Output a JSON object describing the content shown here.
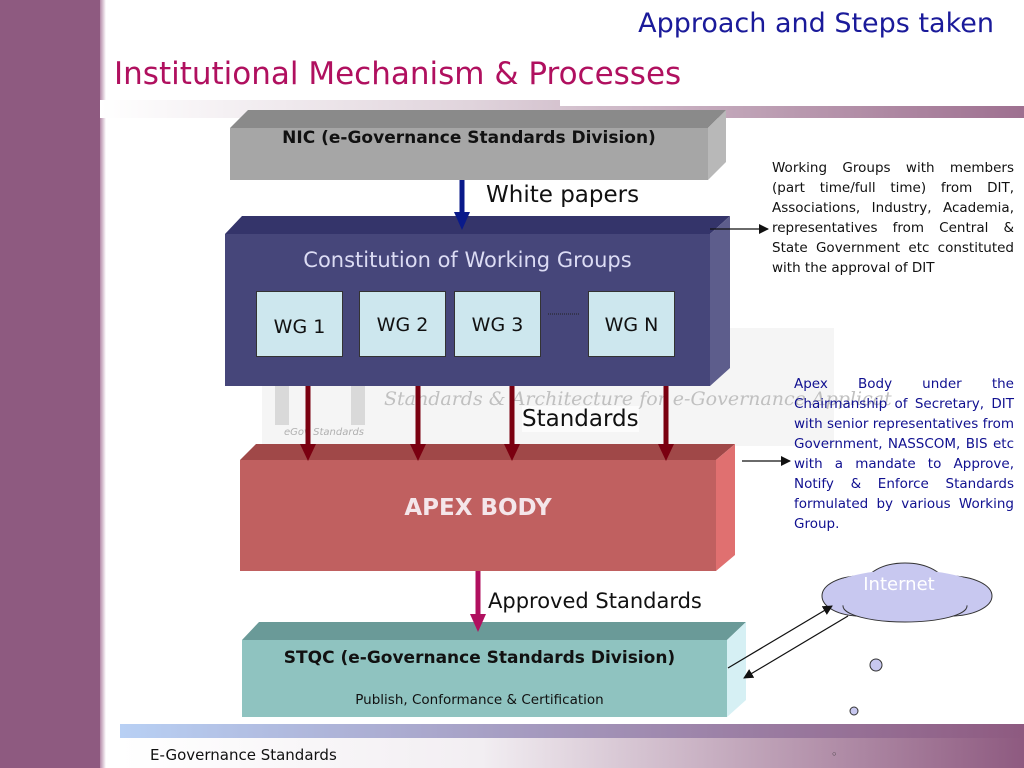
{
  "header": {
    "subtitle": "Approach and Steps taken",
    "title": "Institutional Mechanism & Processes"
  },
  "watermark": {
    "brand_fragment": "rds",
    "tagline": "Standards & Architecture for e-Governance Applicat",
    "logo_caption": "eGov Standards"
  },
  "diagram": {
    "nic_box": "NIC (e-Governance Standards Division)",
    "white_papers_label": "White papers",
    "working_groups_title": "Constitution  of Working Groups",
    "working_groups": [
      "WG 1",
      "WG 2",
      "WG 3",
      "WG N"
    ],
    "standards_label": "Standards",
    "apex_box": "APEX BODY",
    "approved_label": "Approved Standards",
    "stqc_box": "STQC (e-Governance Standards Division)",
    "stqc_sub": "Publish, Conformance & Certification",
    "internet_cloud": "Internet",
    "wg_note": "Working Groups with members (part time/full time) from DIT, Associations, Industry, Academia, representatives from Central & State Government etc constituted with the approval of DIT",
    "apex_note": "Apex Body under the Chairmanship of Secretary, DIT with senior representatives from Government, NASSCOM, BIS etc with a mandate to Approve, Notify & Enforce Standards formulated by various Working Group."
  },
  "footer": {
    "text": "E-Governance Standards",
    "mark": "◦"
  },
  "colors": {
    "title": "#b0105f",
    "subtitle": "#1a1a9a",
    "left_bar": "#8e5a80",
    "nic_box": "#a6a6a6",
    "wg_panel": "#46467a",
    "apex_box": "#c06060",
    "stqc_box": "#8fc3c0",
    "cloud": "#c8c8f0"
  }
}
